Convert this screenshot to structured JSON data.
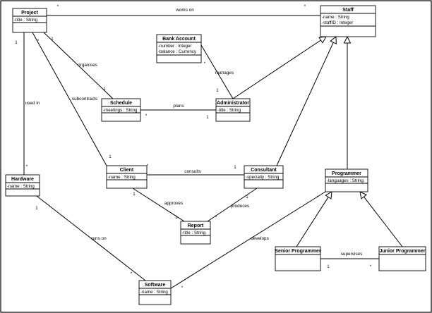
{
  "classes": [
    {
      "id": "project",
      "name": "Project",
      "attributes": [
        "-title : String"
      ]
    },
    {
      "id": "staff",
      "name": "Staff",
      "attributes": [
        "-name : String",
        "-staffID : Integer"
      ]
    },
    {
      "id": "bank",
      "name": "Bank Account",
      "attributes": [
        "-number : Integer",
        "-balance : Currency"
      ]
    },
    {
      "id": "schedule",
      "name": "Schedule",
      "attributes": [
        "-meetings : String"
      ]
    },
    {
      "id": "administrator",
      "name": "Administrator",
      "attributes": [
        "-title : String"
      ]
    },
    {
      "id": "client",
      "name": "Client",
      "attributes": [
        "-name : String"
      ]
    },
    {
      "id": "consultant",
      "name": "Consultant",
      "attributes": [
        "-specialty : String"
      ]
    },
    {
      "id": "programmer",
      "name": "Programmer",
      "attributes": [
        "-languages : String"
      ]
    },
    {
      "id": "hardware",
      "name": "Hardware",
      "attributes": [
        "-name : String"
      ]
    },
    {
      "id": "report",
      "name": "Report",
      "attributes": [
        "-title : String"
      ]
    },
    {
      "id": "senior",
      "name": "Senior Programmer",
      "attributes": []
    },
    {
      "id": "junior",
      "name": "Junior Programmer",
      "attributes": []
    },
    {
      "id": "software",
      "name": "Software",
      "attributes": [
        "-name : String"
      ]
    }
  ],
  "associations": [
    {
      "id": "works-on",
      "label": "works on",
      "m1": "*",
      "m2": "*"
    },
    {
      "id": "organises",
      "label": "organises",
      "m1": "1",
      "m2": "1"
    },
    {
      "id": "subcontracts",
      "label": "subcontracts",
      "m1": "*",
      "m2": "1"
    },
    {
      "id": "used-in",
      "label": "used in",
      "m1": "1",
      "m2": "*"
    },
    {
      "id": "manages",
      "label": "manages",
      "m1": "*",
      "m2": "1"
    },
    {
      "id": "plans",
      "label": "plans",
      "m1": "*",
      "m2": "1"
    },
    {
      "id": "consults",
      "label": "consults",
      "m1": "*",
      "m2": "1"
    },
    {
      "id": "approves",
      "label": "approves",
      "m1": "1",
      "m2": "1"
    },
    {
      "id": "produces",
      "label": "produces",
      "m1": "1",
      "m2": "*"
    },
    {
      "id": "runs-on",
      "label": "runs on",
      "m1": "1",
      "m2": "*"
    },
    {
      "id": "develops",
      "label": "develops",
      "m1": "*",
      "m2": "*"
    },
    {
      "id": "supervises",
      "label": "supervises",
      "m1": "1",
      "m2": "*"
    }
  ],
  "generalizations": [
    {
      "id": "admin-staff",
      "child": "Administrator",
      "parent": "Staff"
    },
    {
      "id": "consultant-staff",
      "child": "Consultant",
      "parent": "Staff"
    },
    {
      "id": "programmer-staff",
      "child": "Programmer",
      "parent": "Staff"
    },
    {
      "id": "senior-programmer",
      "child": "Senior Programmer",
      "parent": "Programmer"
    },
    {
      "id": "junior-programmer",
      "child": "Junior Programmer",
      "parent": "Programmer"
    }
  ]
}
